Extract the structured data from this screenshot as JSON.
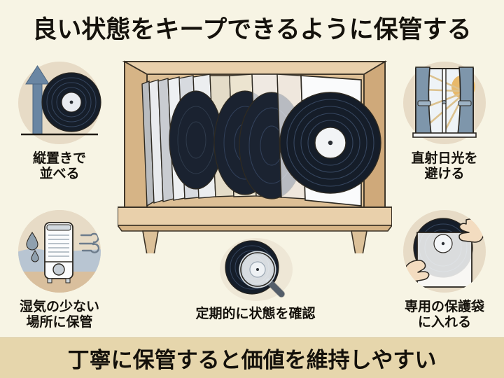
{
  "poster": {
    "title": "良い状態をキープできるように保管する",
    "footer": "丁寧に保管すると価値を維持しやすい",
    "background_color": "#f7f4e4",
    "footer_background_color": "#e6d6ac",
    "text_color": "#14110b"
  },
  "center_illustration": {
    "name": "wooden-shelf-with-vinyl-records",
    "wood_color": "#d6b486",
    "wood_light_color": "#e8cfa8",
    "record_color": "#18202c",
    "sleeve_color": "#eef0f2"
  },
  "cards": [
    {
      "id": "vertical",
      "icon": "vinyl-record-upright-arrow-icon",
      "label_lines": [
        "縦置きで",
        "並べる"
      ],
      "accent_color": "#6a86a3",
      "circle_color": "#e7dbc6"
    },
    {
      "id": "sunlight",
      "icon": "window-with-sun-curtains-icon",
      "label_lines": [
        "直射日光を",
        "避ける"
      ],
      "accent_color": "#7c93ab",
      "sun_color": "#e8b96a",
      "circle_color": "#e7dbc6"
    },
    {
      "id": "humidity",
      "icon": "dehumidifier-water-drop-icon",
      "label_lines": [
        "湿気の少ない",
        "場所に保管"
      ],
      "accent_color": "#8a9aad",
      "circle_color": "#e7dbc6"
    },
    {
      "id": "inspect",
      "icon": "record-magnifying-glass-icon",
      "label_lines": [
        "定期的に状態を確認"
      ],
      "accent_color": "#6d7c8c",
      "circle_color": "#eee7d6"
    },
    {
      "id": "sleeve",
      "icon": "hands-inserting-record-into-sleeve-icon",
      "label_lines": [
        "専用の保護袋",
        "に入れる"
      ],
      "accent_color": "#e6c49c",
      "circle_color": "#e7dbc6"
    }
  ]
}
